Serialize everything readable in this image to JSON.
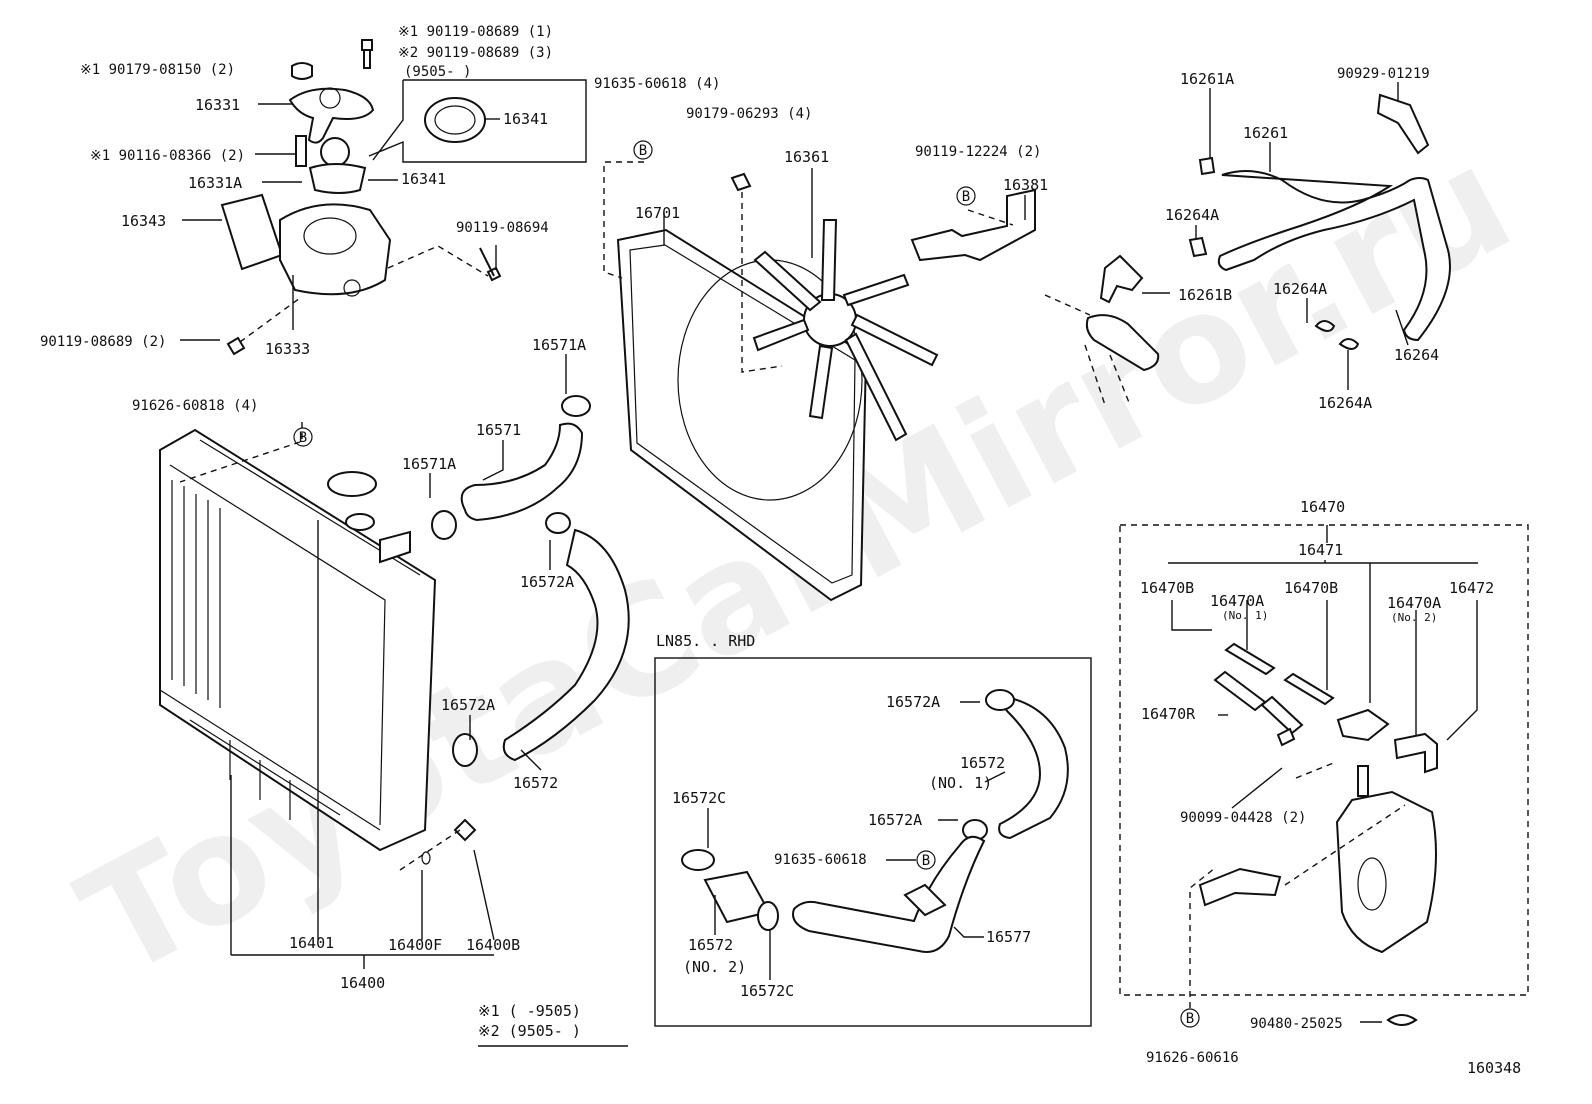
{
  "diagram_id": "160348",
  "watermark": "ToyotaCarMirror.ru",
  "labels": {
    "p_90179_08150": "※1 90179-08150 (2)",
    "p_90119_08689_1": "※1  90119-08689 (1)",
    "p_90119_08689_3": "※2  90119-08689 (3)",
    "p_9505": "(9505-         )",
    "p_91635_60618_4": "91635-60618 (4)",
    "p_90179_06293": "90179-06293 (4)",
    "p_16331": "16331",
    "p_16341a": "16341",
    "p_90116": "※1 90116-08366 (2)",
    "p_16331A": "16331A",
    "p_16341b": "16341",
    "p_16343": "16343",
    "p_90119_08694": "90119-08694",
    "p_90119_08689_2": "90119-08689 (2)",
    "p_16333": "16333",
    "p_91626_60818": "91626-60818 (4)",
    "p_16361": "16361",
    "p_16701": "16701",
    "p_90119_12224": "90119-12224 (2)",
    "p_16381": "16381",
    "p_16261A": "16261A",
    "p_90929": "90929-01219",
    "p_16261": "16261",
    "p_16264A_1": "16264A",
    "p_16261B": "16261B",
    "p_16264A_2": "16264A",
    "p_16264": "16264",
    "p_16264A_3": "16264A",
    "p_16571A_1": "16571A",
    "p_16571": "16571",
    "p_16571A_2": "16571A",
    "p_16572A_1": "16572A",
    "p_16572A_2": "16572A",
    "p_16572": "16572",
    "p_16401": "16401",
    "p_16400F": "16400F",
    "p_16400B": "16400B",
    "p_16400": "16400",
    "p_16470": "16470",
    "p_16471": "16471",
    "p_16470B_1": "16470B",
    "p_16470A_1": "16470A",
    "p_no1": "(No. 1)",
    "p_16470B_2": "16470B",
    "p_16470A_2": "16470A",
    "p_no2": "(No. 2)",
    "p_16472": "16472",
    "p_16470R": "16470R",
    "p_90099": "90099-04428 (2)",
    "p_90480": "90480-25025",
    "p_91626_60616": "91626-60616",
    "inset_title": "LN85. . RHD",
    "in_16572A_1": "16572A",
    "in_16572_no1": "16572",
    "in_no1": "(NO. 1)",
    "in_16572A_2": "16572A",
    "in_16572C_1": "16572C",
    "in_91635": "91635-60618",
    "in_16572_no2": "16572",
    "in_no2": "(NO. 2)",
    "in_16572C_2": "16572C",
    "in_16577": "16577",
    "legend_1": "※1 (      -9505)",
    "legend_2": "※2 (9505-       )",
    "b_marker": "B"
  }
}
